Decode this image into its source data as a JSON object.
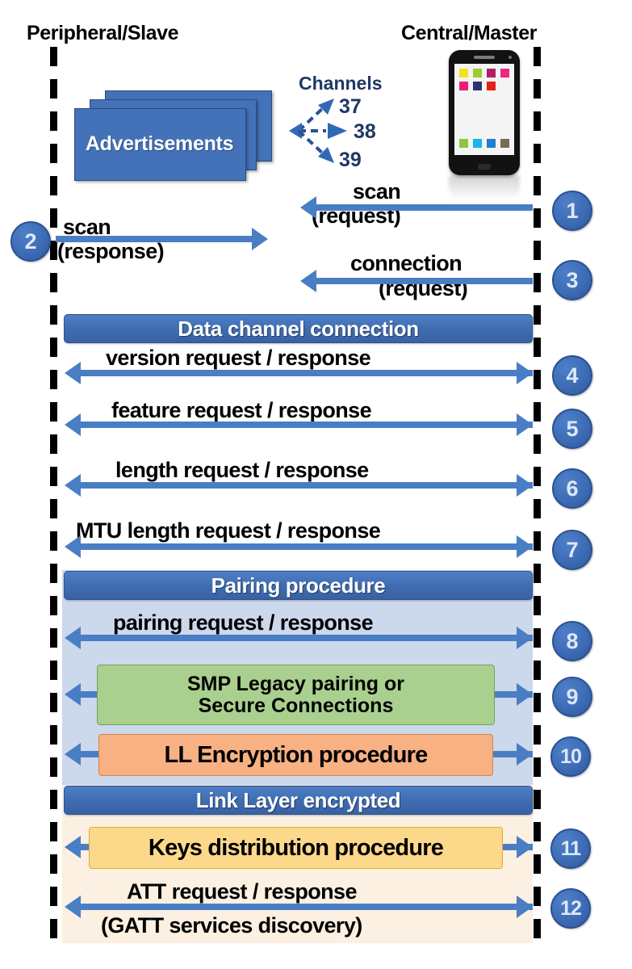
{
  "diagram": {
    "title_left": "Peripheral/Slave",
    "title_right": "Central/Master",
    "advertisements_label": "Advertisements",
    "channels": {
      "title": "Channels",
      "values": [
        "37",
        "38",
        "39"
      ]
    },
    "colors": {
      "arrow_blue": "#4a7ec4",
      "bar_blue": "#3f6cb0",
      "badge_blue": "#3d6cb5",
      "advert_blue": "#4472b8",
      "channel_navy": "#1f3864",
      "band_pairing": "#ccd8ec",
      "band_encrypted": "#fbf0e1",
      "box_green": "#a9d08e",
      "box_orange": "#f8b183",
      "box_yellow": "#fcd98a"
    },
    "section_bars": [
      {
        "id": "data-channel",
        "label": "Data channel connection"
      },
      {
        "id": "pairing",
        "label": "Pairing procedure"
      },
      {
        "id": "link-layer",
        "label": "Link Layer encrypted"
      }
    ],
    "messages": [
      {
        "step": "1",
        "name": "scan-request",
        "line1": "scan",
        "line2": "(request)",
        "direction": "right-to-left",
        "span": "half-right"
      },
      {
        "step": "2",
        "name": "scan-response",
        "line1": "scan",
        "line2": "(response)",
        "direction": "left-to-right",
        "span": "half-left"
      },
      {
        "step": "3",
        "name": "connection-request",
        "line1": "connection",
        "line2": "(request)",
        "direction": "right-to-left",
        "span": "half-right"
      },
      {
        "step": "4",
        "name": "version-request",
        "line1": "version request / response",
        "line2": "",
        "direction": "bidirectional",
        "span": "full"
      },
      {
        "step": "5",
        "name": "feature-request",
        "line1": "feature request / response",
        "line2": "",
        "direction": "bidirectional",
        "span": "full"
      },
      {
        "step": "6",
        "name": "length-request",
        "line1": "length request / response",
        "line2": "",
        "direction": "bidirectional",
        "span": "full"
      },
      {
        "step": "7",
        "name": "mtu-length-request",
        "line1": "MTU length request / response",
        "line2": "",
        "direction": "bidirectional",
        "span": "full"
      },
      {
        "step": "8",
        "name": "pairing-request",
        "line1": "pairing request / response",
        "line2": "",
        "direction": "bidirectional",
        "span": "full"
      },
      {
        "step": "9",
        "name": "smp-pairing",
        "line1": "SMP Legacy pairing or",
        "line2": "Secure Connections",
        "direction": "bidirectional",
        "span": "box-green"
      },
      {
        "step": "10",
        "name": "ll-encryption",
        "line1": "LL Encryption procedure",
        "line2": "",
        "direction": "bidirectional",
        "span": "box-orange"
      },
      {
        "step": "11",
        "name": "keys-distribution",
        "line1": "Keys distribution procedure",
        "line2": "",
        "direction": "bidirectional",
        "span": "box-yellow"
      },
      {
        "step": "12",
        "name": "att-request",
        "line1": "ATT request / response",
        "line2": "(GATT services discovery)",
        "direction": "bidirectional",
        "span": "full"
      }
    ],
    "steps": [
      "1",
      "2",
      "3",
      "4",
      "5",
      "6",
      "7",
      "8",
      "9",
      "10",
      "11",
      "12"
    ],
    "phone": {
      "app_colors_row1": [
        "#f2e31c",
        "#9fcb2e",
        "#b31f66",
        "#f0257f"
      ],
      "app_colors_row2": [
        "#ec1e79",
        "#2f2f7a",
        "#e32119"
      ],
      "app_colors_row3": [
        "#8cc63f",
        "#19b4e8",
        "#1f7fd1",
        "#7a6a53"
      ]
    }
  }
}
